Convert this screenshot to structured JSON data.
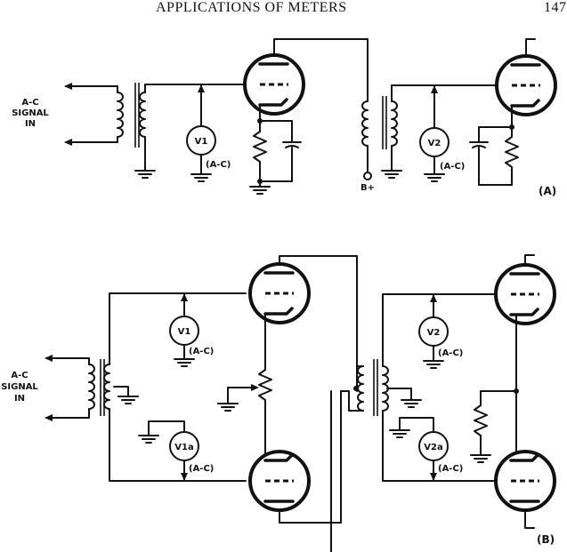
{
  "header": {
    "title": "APPLICATIONS OF METERS",
    "page_number": "147"
  },
  "part_a": {
    "input_label": [
      "A-C",
      "SIGNAL",
      "IN"
    ],
    "meters": [
      {
        "id": "V1",
        "mode": "(A-C)"
      },
      {
        "id": "V2",
        "mode": "(A-C)"
      }
    ],
    "supply_label": "B+",
    "section_label": "(A)"
  },
  "part_b": {
    "input_label": [
      "A-C",
      "SIGNAL",
      "IN"
    ],
    "meters": [
      {
        "id": "V1",
        "mode": "(A-C)"
      },
      {
        "id": "V1a",
        "mode": "(A-C)"
      },
      {
        "id": "V2",
        "mode": "(A-C)"
      },
      {
        "id": "V2a",
        "mode": "(A-C)"
      }
    ],
    "section_label": "(B)"
  }
}
